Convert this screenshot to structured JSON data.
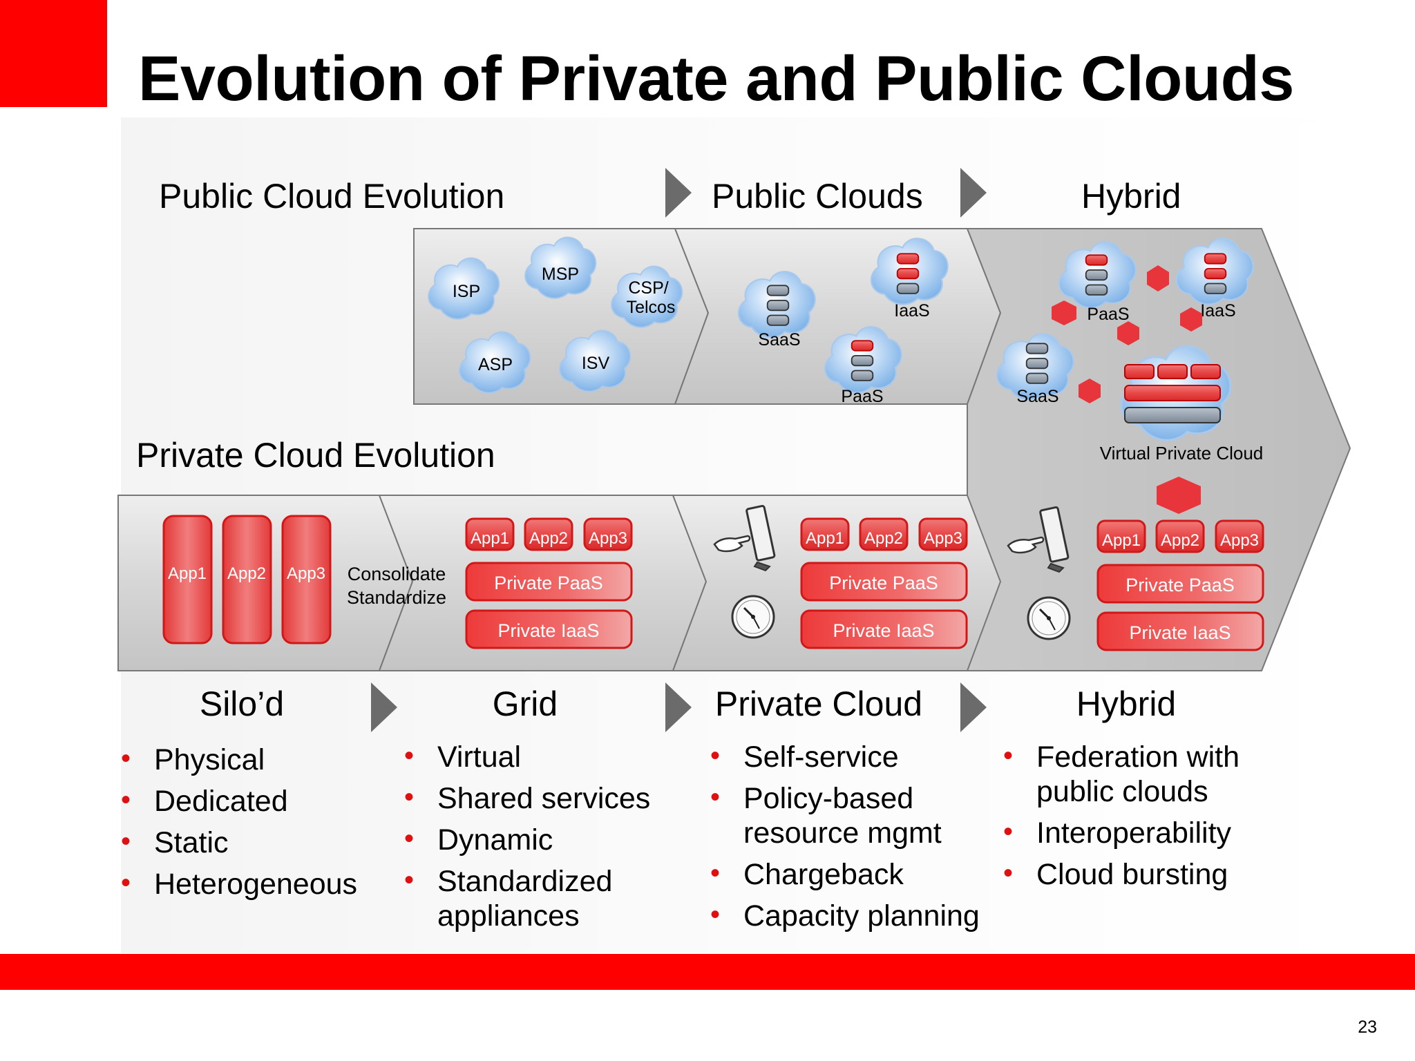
{
  "slide": {
    "title": "Evolution of Private and Public Clouds",
    "page_number": "23",
    "accent_color": "#ff0000"
  },
  "public": {
    "heading": "Public Cloud Evolution",
    "stage_public": "Public Clouds",
    "stage_hybrid": "Hybrid",
    "providers": [
      "ISP",
      "MSP",
      "CSP/ Telcos",
      "ASP",
      "ISV"
    ],
    "services": {
      "saas": "SaaS",
      "paas": "PaaS",
      "iaas": "IaaS"
    },
    "virtual_private_cloud": "Virtual Private Cloud"
  },
  "private": {
    "heading": "Private Cloud Evolution",
    "apps": [
      "App1",
      "App2",
      "App3"
    ],
    "consolidate": "Consolidate",
    "standardize": "Standardize",
    "private_paas": "Private PaaS",
    "private_iaas": "Private IaaS"
  },
  "stages": [
    {
      "name": "Silo’d",
      "bullets": [
        "Physical",
        "Dedicated",
        "Static",
        "Heterogeneous"
      ]
    },
    {
      "name": "Grid",
      "bullets": [
        "Virtual",
        "Shared services",
        "Dynamic",
        "Standardized appliances"
      ]
    },
    {
      "name": "Private Cloud",
      "bullets": [
        "Self-service",
        "Policy-based resource mgmt",
        "Chargeback",
        "Capacity planning"
      ]
    },
    {
      "name": "Hybrid",
      "bullets": [
        "Federation with public clouds",
        "Interoperability",
        "Cloud bursting"
      ]
    }
  ]
}
